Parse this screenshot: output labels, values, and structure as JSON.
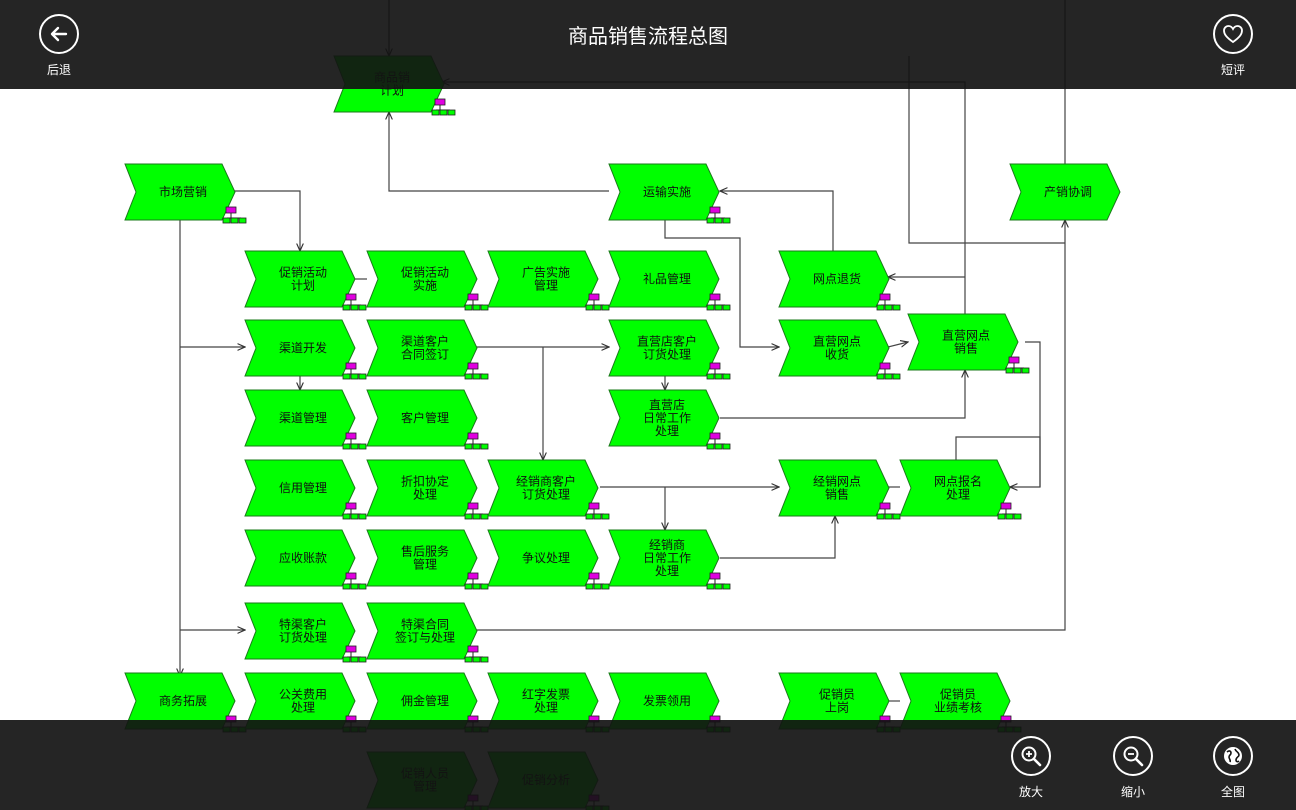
{
  "title": "商品销售流程总图",
  "buttons": {
    "back": "后退",
    "review": "短评",
    "zoom_in": "放大",
    "zoom_out": "缩小",
    "fit": "全图"
  },
  "icons": {
    "back": "arrow-left-circle-icon",
    "review": "heart-icon",
    "zoom_in": "zoom-in-icon",
    "zoom_out": "zoom-out-icon",
    "fit": "globe-icon"
  },
  "colors": {
    "node_fill": "#00ff00",
    "node_stroke": "#1a7a1a",
    "bar": "#121212",
    "marker_magenta": "#e000e0"
  },
  "nodes": [
    {
      "id": "n_top",
      "text": "商品销\n计划"
    },
    {
      "id": "n_scyx",
      "text": "市场营销"
    },
    {
      "id": "n_yssh",
      "text": "运输实施"
    },
    {
      "id": "n_cxtj",
      "text": "产销协调"
    },
    {
      "id": "n_cxhdjh",
      "text": "促销活动\n计划"
    },
    {
      "id": "n_cxhdss",
      "text": "促销活动\n实施"
    },
    {
      "id": "n_ggss",
      "text": "广告实施\n管理"
    },
    {
      "id": "n_lpgl",
      "text": "礼品管理"
    },
    {
      "id": "n_wdth",
      "text": "网点退货"
    },
    {
      "id": "n_qdkf",
      "text": "渠道开发"
    },
    {
      "id": "n_qdkh",
      "text": "渠道客户\n合同签订"
    },
    {
      "id": "n_zydkh",
      "text": "直营店客户\n订货处理"
    },
    {
      "id": "n_zywdsh",
      "text": "直营网点\n收货"
    },
    {
      "id": "n_zywdxs",
      "text": "直营网点\n销售"
    },
    {
      "id": "n_qdgl",
      "text": "渠道管理"
    },
    {
      "id": "n_khgl",
      "text": "客户管理"
    },
    {
      "id": "n_zydrc",
      "text": "直营店\n日常工作\n处理"
    },
    {
      "id": "n_xygl",
      "text": "信用管理"
    },
    {
      "id": "n_zkxd",
      "text": "折扣协定\n处理"
    },
    {
      "id": "n_jxskh",
      "text": "经销商客户\n订货处理"
    },
    {
      "id": "n_jxwdxs",
      "text": "经销网点\n销售"
    },
    {
      "id": "n_wdbm",
      "text": "网点报名\n处理"
    },
    {
      "id": "n_yszk",
      "text": "应收账款"
    },
    {
      "id": "n_shfw",
      "text": "售后服务\n管理"
    },
    {
      "id": "n_zycl",
      "text": "争议处理"
    },
    {
      "id": "n_jxsrc",
      "text": "经销商\n日常工作\n处理"
    },
    {
      "id": "n_tqkh",
      "text": "特渠客户\n订货处理"
    },
    {
      "id": "n_tqht",
      "text": "特渠合同\n签订与处理"
    },
    {
      "id": "n_swtz",
      "text": "商务拓展"
    },
    {
      "id": "n_ggfy",
      "text": "公关费用\n处理"
    },
    {
      "id": "n_yjgl",
      "text": "佣金管理"
    },
    {
      "id": "n_hzfp",
      "text": "红字发票\n处理"
    },
    {
      "id": "n_fply",
      "text": "发票领用"
    },
    {
      "id": "n_cxysg",
      "text": "促销员\n上岗"
    },
    {
      "id": "n_cxyyj",
      "text": "促销员\n业绩考核"
    },
    {
      "id": "n_cxry",
      "text": "促销人员\n管理"
    },
    {
      "id": "n_cxfx",
      "text": "促销分析"
    }
  ]
}
